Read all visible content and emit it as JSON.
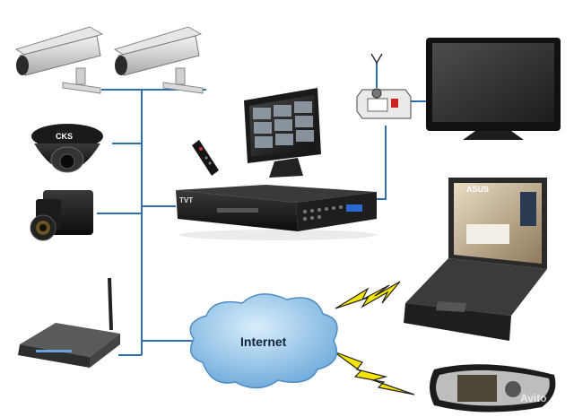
{
  "cloud": {
    "label": "Internet"
  },
  "branding": {
    "dvr_logo": "TVT",
    "dome_logo": "CKS",
    "laptop_logo": "ASUS",
    "watermark": "Avito"
  },
  "colors": {
    "wire": "#2f6fb0",
    "cloud_fill": "#8fc3ea",
    "cloud_edge": "#4f8cc4",
    "bolt": "#f5e300",
    "bolt_edge": "#222222"
  }
}
